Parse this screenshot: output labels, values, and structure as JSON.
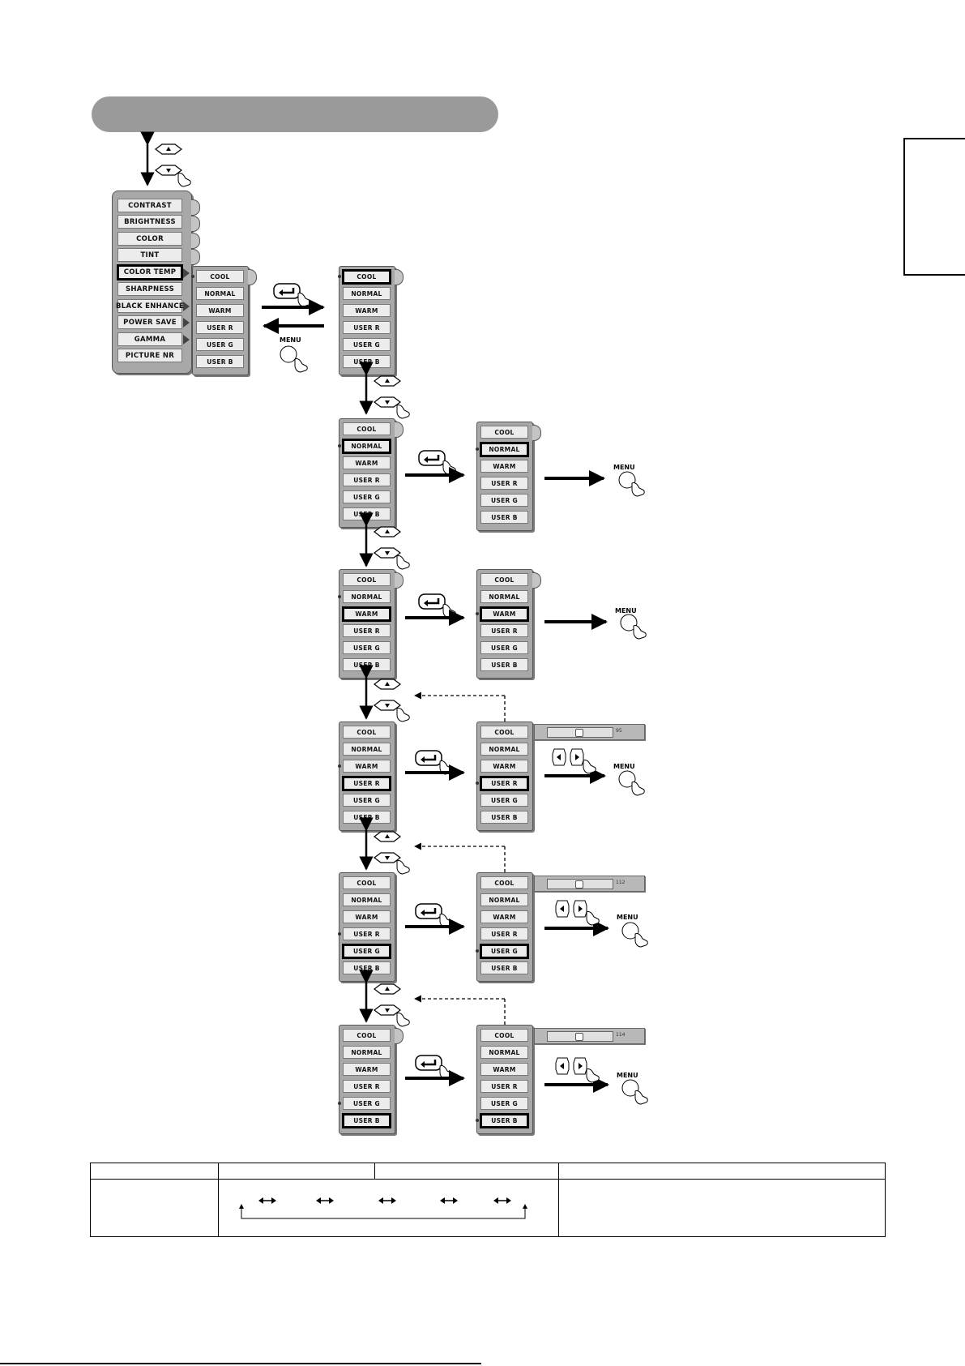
{
  "menu": {
    "items": [
      "CONTRAST",
      "BRIGHTNESS",
      "COLOR",
      "TINT",
      "COLOR TEMP",
      "SHARPNESS",
      "BLACK ENHANCE",
      "POWER SAVE",
      "GAMMA",
      "PICTURE NR"
    ],
    "selected_index": 4
  },
  "color_temp": {
    "options": [
      "COOL",
      "NORMAL",
      "WARM",
      "USER R",
      "USER G",
      "USER B"
    ],
    "first_panel_labels": [
      "COOL",
      "NORMAL",
      "WARM",
      "USER R",
      "USER G",
      "USER B"
    ]
  },
  "labels": {
    "menu_button": "MENU"
  },
  "sliders": {
    "user_r": "95",
    "user_g": "112",
    "user_b": "114"
  },
  "icons": {
    "up": "up-triangle-button-icon",
    "down": "down-triangle-button-icon",
    "enter": "enter-button-icon",
    "left_right": "left-right-button-icon",
    "hand": "pointing-hand-icon"
  }
}
